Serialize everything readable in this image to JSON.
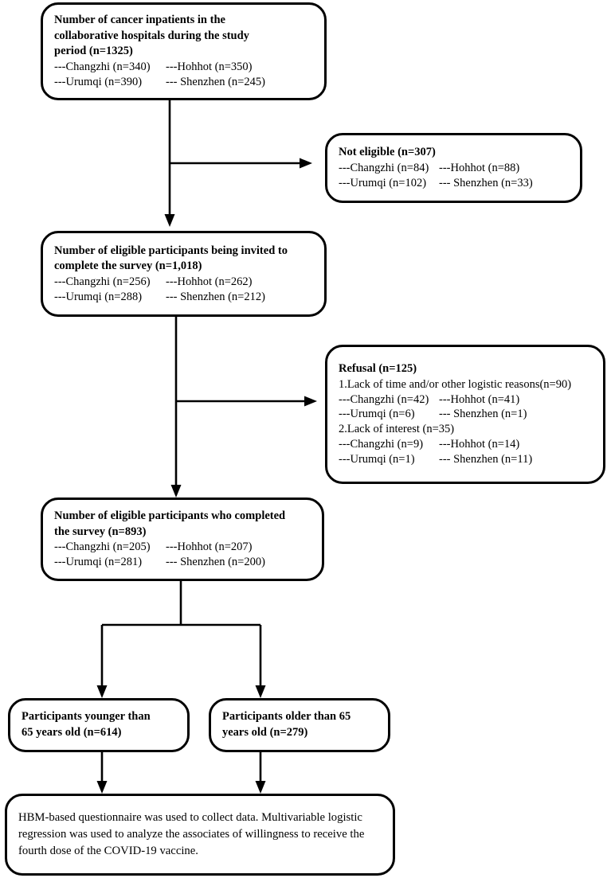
{
  "figure": {
    "type": "flowchart",
    "title": "Participant enrollment flow diagram"
  },
  "nodes": {
    "inpatients": {
      "title_l1": "Number of cancer inpatients in the",
      "title_l2": "collaborative hospitals during the study",
      "title_l3": "period (n=1325)",
      "rows": [
        {
          "left": "---Changzhi (n=340)",
          "right": "---Hohhot (n=350)"
        },
        {
          "left": "---Urumqi (n=390)",
          "right": "--- Shenzhen (n=245)"
        }
      ]
    },
    "not_eligible": {
      "title": "Not eligible (n=307)",
      "rows": [
        {
          "left": "---Changzhi (n=84)",
          "right": "---Hohhot (n=88)"
        },
        {
          "left": "---Urumqi (n=102)",
          "right": "--- Shenzhen (n=33)"
        }
      ]
    },
    "invited": {
      "title_l1": "Number of eligible participants being invited to",
      "title_l2": "complete the survey (n=1,018)",
      "rows": [
        {
          "left": "---Changzhi (n=256)",
          "right": "---Hohhot (n=262)"
        },
        {
          "left": "---Urumqi (n=288)",
          "right": "--- Shenzhen (n=212)"
        }
      ]
    },
    "refusal": {
      "title": "Refusal (n=125)",
      "reason1": "1.Lack of time and/or other logistic reasons(n=90)",
      "reason1_rows": [
        {
          "left": "---Changzhi (n=42)",
          "right": "---Hohhot (n=41)"
        },
        {
          "left": "---Urumqi (n=6)",
          "right": "--- Shenzhen (n=1)"
        }
      ],
      "reason2": "2.Lack of interest (n=35)",
      "reason2_rows": [
        {
          "left": "---Changzhi (n=9)",
          "right": "---Hohhot (n=14)"
        },
        {
          "left": "---Urumqi (n=1)",
          "right": "--- Shenzhen (n=11)"
        }
      ]
    },
    "completed": {
      "title_l1": "Number of eligible participants who completed",
      "title_l2": "the survey (n=893)",
      "rows": [
        {
          "left": "---Changzhi (n=205)",
          "right": "---Hohhot (n=207)"
        },
        {
          "left": "---Urumqi (n=281)",
          "right": "--- Shenzhen (n=200)"
        }
      ]
    },
    "younger": {
      "title_l1": "Participants younger than",
      "title_l2": "65 years old (n=614)"
    },
    "older": {
      "title_l1": "Participants older than 65",
      "title_l2": "years old (n=279)"
    },
    "analysis": {
      "line1": "HBM-based questionnaire was used to collect data. Multivariable logistic",
      "line2": "regression was used to analyze the associates of willingness to receive the",
      "line3": "fourth dose of the COVID-19 vaccine."
    }
  },
  "colors": {
    "stroke": "#000000",
    "background": "#ffffff",
    "text": "#000000"
  }
}
